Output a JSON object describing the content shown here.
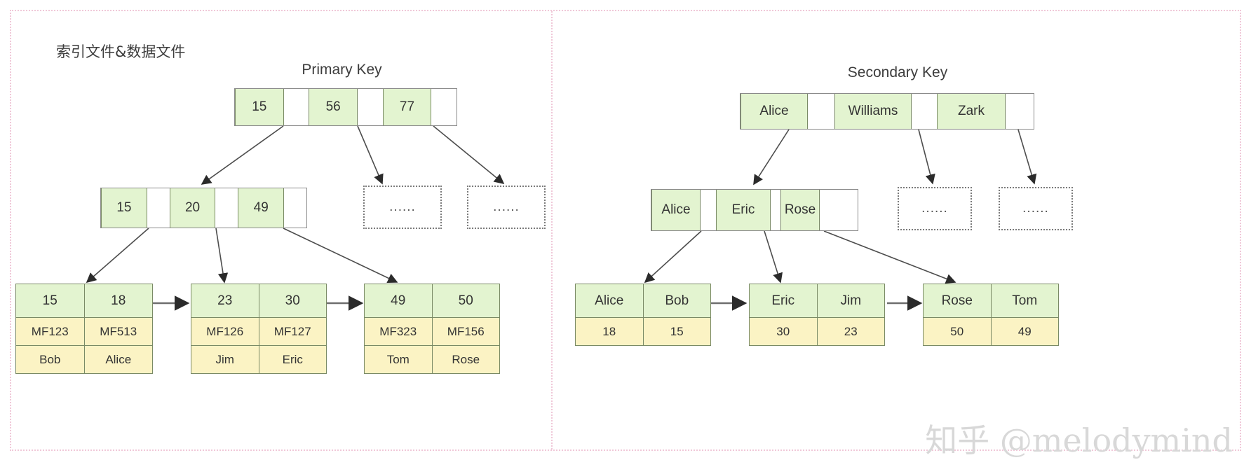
{
  "diagram": {
    "caption": "索引文件&数据文件",
    "watermark": "知乎 @melodymind",
    "colors": {
      "key_cell_fill": "#e3f4d0",
      "record_cell_fill": "#fbf3c4",
      "node_border": "#7a8a66",
      "frame_dotted": "#f0c8d8",
      "edge_stroke": "#4d4d4d",
      "text": "#333333"
    },
    "ellipsis_label": "......"
  },
  "primary": {
    "title": "Primary Key",
    "root": {
      "keys": [
        "15",
        "56",
        "77"
      ]
    },
    "internal": {
      "keys": [
        "15",
        "20",
        "49"
      ]
    },
    "internal_placeholders": [
      "......",
      "......"
    ],
    "leaves": [
      {
        "keys": [
          "15",
          "18"
        ],
        "files": [
          "MF123",
          "MF513"
        ],
        "names": [
          "Bob",
          "Alice"
        ]
      },
      {
        "keys": [
          "23",
          "30"
        ],
        "files": [
          "MF126",
          "MF127"
        ],
        "names": [
          "Jim",
          "Eric"
        ]
      },
      {
        "keys": [
          "49",
          "50"
        ],
        "files": [
          "MF323",
          "MF156"
        ],
        "names": [
          "Tom",
          "Rose"
        ]
      }
    ]
  },
  "secondary": {
    "title": "Secondary Key",
    "root": {
      "keys": [
        "Alice",
        "Williams",
        "Zark"
      ]
    },
    "internal": {
      "keys": [
        "Alice",
        "Eric",
        "Rose"
      ]
    },
    "internal_placeholders": [
      "......",
      "......"
    ],
    "leaves": [
      {
        "keys": [
          "Alice",
          "Bob"
        ],
        "values": [
          "18",
          "15"
        ]
      },
      {
        "keys": [
          "Eric",
          "Jim"
        ],
        "values": [
          "30",
          "23"
        ]
      },
      {
        "keys": [
          "Rose",
          "Tom"
        ],
        "values": [
          "50",
          "49"
        ]
      }
    ]
  }
}
